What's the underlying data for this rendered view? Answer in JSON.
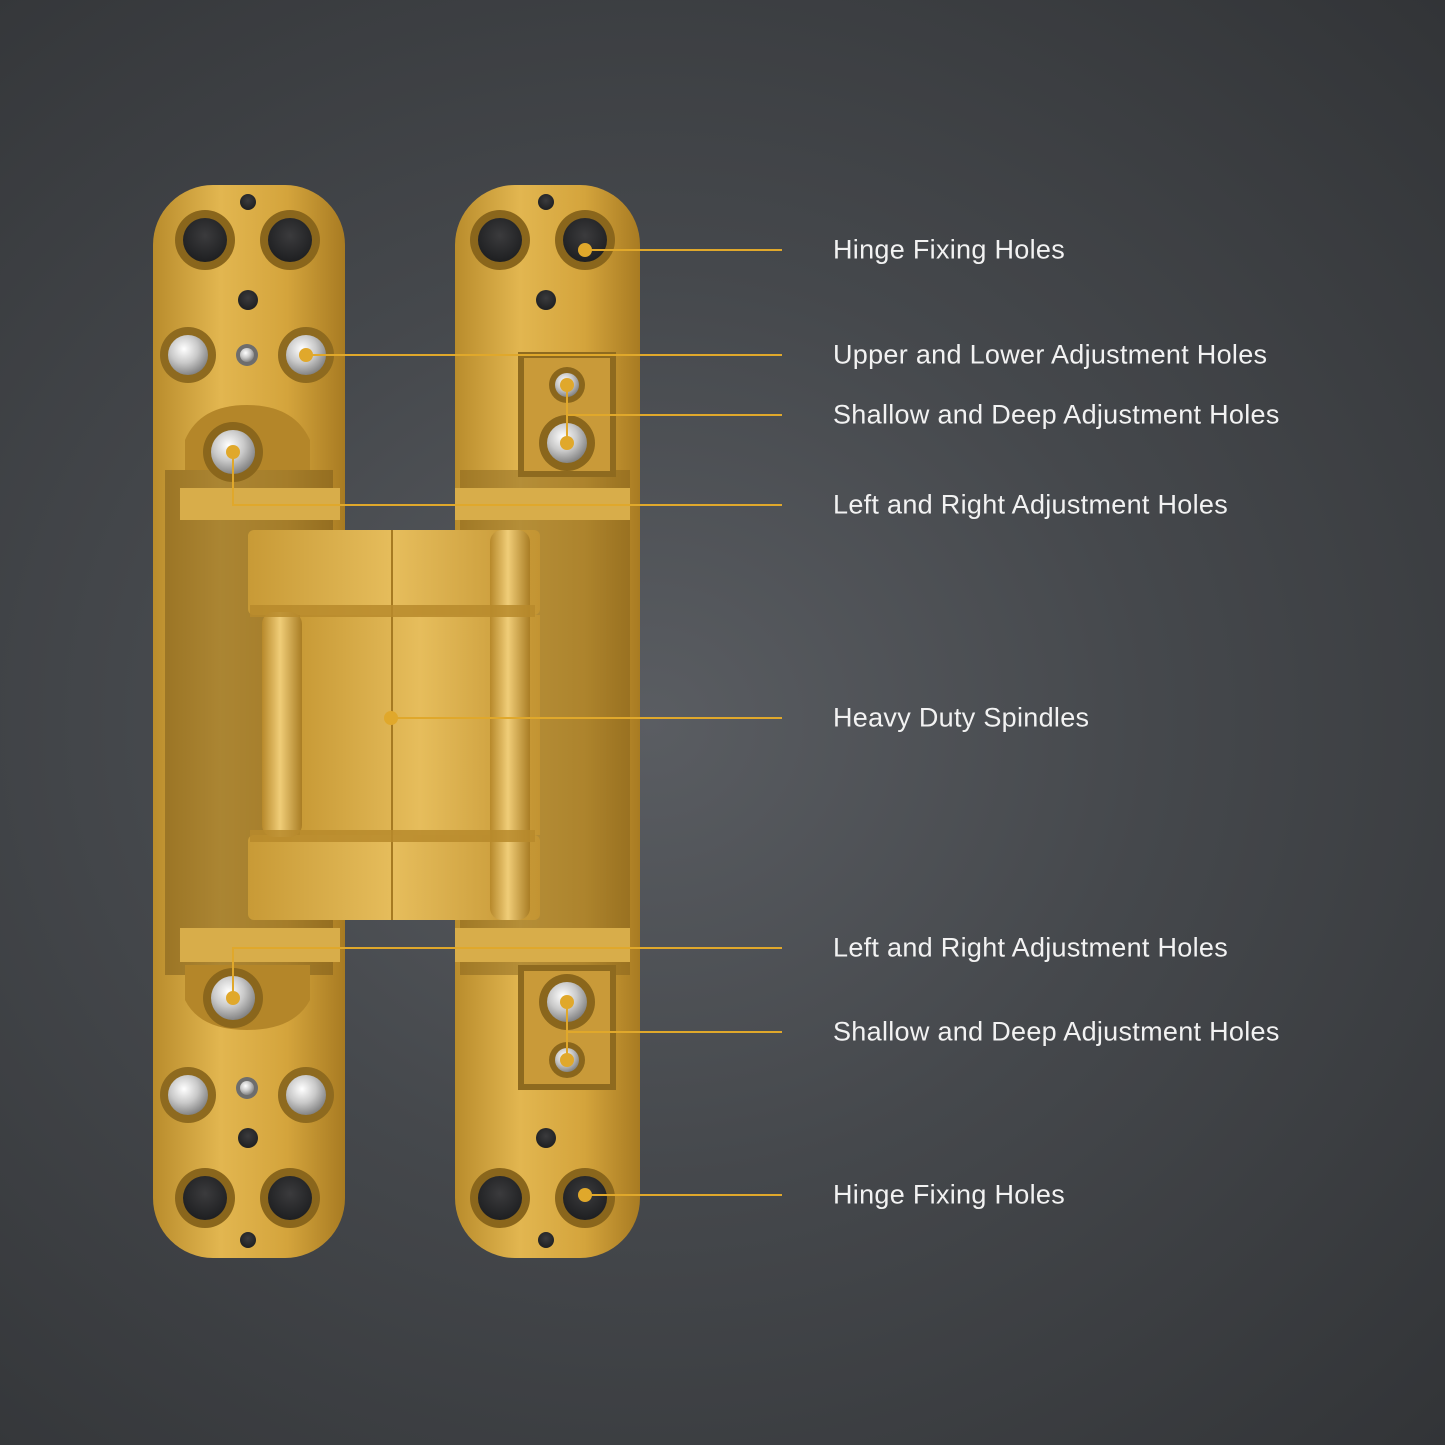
{
  "colors": {
    "accent": "#e0a82b",
    "label_text": "#f2f2f2",
    "brass": "#d4a43c",
    "brass_dark": "#a67a22",
    "brass_light": "#e9c36a",
    "steel": "#cfcfcf"
  },
  "callouts": [
    {
      "id": "hinge-fixing-holes-top",
      "label": "Hinge Fixing Holes"
    },
    {
      "id": "upper-lower-adjustment-holes",
      "label": "Upper and Lower Adjustment Holes"
    },
    {
      "id": "shallow-deep-adjustment-holes-top",
      "label": "Shallow and Deep Adjustment Holes"
    },
    {
      "id": "left-right-adjustment-holes-top",
      "label": "Left and Right Adjustment Holes"
    },
    {
      "id": "heavy-duty-spindles",
      "label": "Heavy Duty Spindles"
    },
    {
      "id": "left-right-adjustment-holes-bottom",
      "label": "Left and Right Adjustment Holes"
    },
    {
      "id": "shallow-deep-adjustment-holes-bottom",
      "label": "Shallow and Deep Adjustment Holes"
    },
    {
      "id": "hinge-fixing-holes-bottom",
      "label": "Hinge Fixing Holes"
    }
  ]
}
